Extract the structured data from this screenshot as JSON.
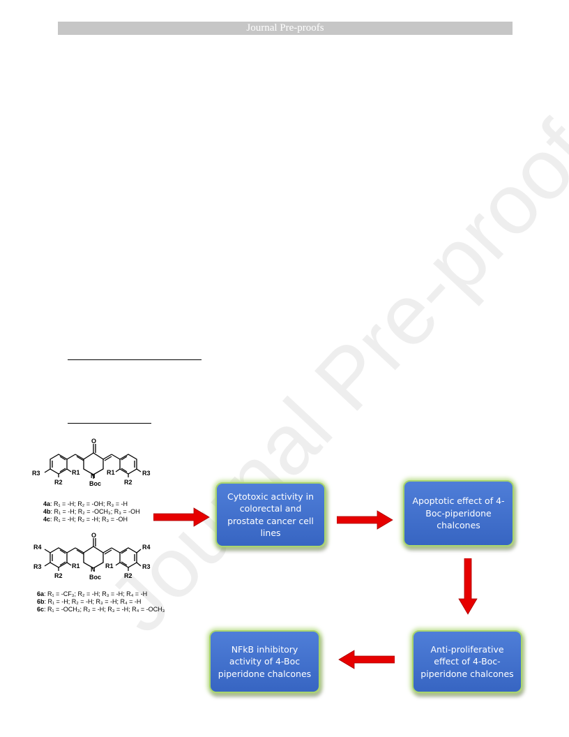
{
  "header": {
    "title": "Journal Pre-proofs"
  },
  "watermark": {
    "text": "Journal Pre-proofs"
  },
  "flow": {
    "box1": "Cytotoxic activity in colorectal and prostate cancer cell lines",
    "box2": "Apoptotic effect of 4-Boc-piperidone chalcones",
    "box3": "Anti-proliferative effect of 4-Boc-piperidone chalcones",
    "box4": "NFkB inhibitory activity of 4-Boc piperidone chalcones"
  },
  "structure1": {
    "labels": {
      "o": "O",
      "n": "N",
      "boc": "Boc",
      "r1a": "R1",
      "r2a": "R2",
      "r3a": "R3",
      "r1b": "R1",
      "r2b": "R2",
      "r3b": "R3"
    },
    "compounds": [
      {
        "id": "4a",
        "text": ": R₁ = -H; R₂ = -OH; R₃ = -H"
      },
      {
        "id": "4b",
        "text": ": R₁ = -H; R₂ = -OCH₃; R₃ = -OH"
      },
      {
        "id": "4c",
        "text": ": R₁ = -H; R₂ = -H; R₃ = -OH"
      }
    ]
  },
  "structure2": {
    "labels": {
      "o": "O",
      "n": "N",
      "boc": "Boc",
      "r1a": "R1",
      "r2a": "R2",
      "r3a": "R3",
      "r4a": "R4",
      "r1b": "R1",
      "r2b": "R2",
      "r3b": "R3",
      "r4b": "R4"
    },
    "compounds": [
      {
        "id": "6a",
        "text": ": R₁ = -CF₃; R₂ = -H; R₃ = -H; R₄ = -H"
      },
      {
        "id": "6b",
        "text": ": R₁ = -H; R₂ = -H; R₃ = -H; R₄ = -H"
      },
      {
        "id": "6c",
        "text": ": R₁ = -OCH₃; R₂ = -H; R₃ = -H; R₄ = -OCH₃"
      }
    ]
  },
  "colors": {
    "box_fill": "#4472c4",
    "box_glow": "#a9d46e",
    "arrow": "#e60000",
    "header_bar": "#c6c6c6"
  }
}
